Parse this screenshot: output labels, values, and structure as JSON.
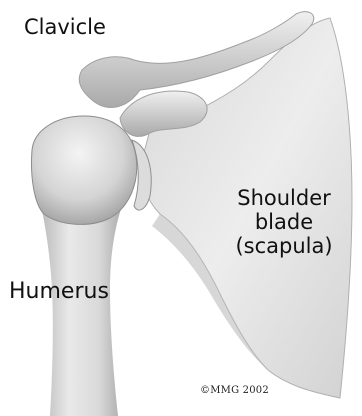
{
  "labels": {
    "clavicle": "Clavicle",
    "shoulder_blade_line1": "Shoulder",
    "shoulder_blade_line2": "blade",
    "shoulder_blade_line3": "(scapula)",
    "humerus": "Humerus"
  },
  "copyright": "©MMG 2002",
  "colors": {
    "background": "#ffffff",
    "bone_light": "#ececec",
    "bone_mid": "#cfcfcf",
    "bone_shadow": "#9a9a9a",
    "text": "#111111"
  }
}
